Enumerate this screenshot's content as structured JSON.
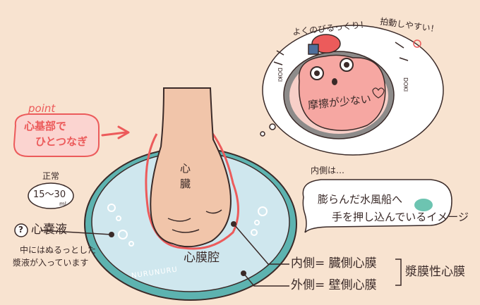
{
  "colors": {
    "background": "#f8e3d0",
    "fluid": "#cfe7ee",
    "sac_rim": "#5db3b0",
    "heart_pink": "#f6a7a2",
    "heart_gray": "#8d8b8a",
    "point_red": "#ec5b5b",
    "skin": "#f1c5aa",
    "balloon": "#6dc4b1",
    "outline": "#3a2a28"
  },
  "icons": {
    "heart_character": "pink-heart-face-icon",
    "hat": "red-hat-icon",
    "arrow": "red-arrow-icon",
    "question_circle": "question-circle-icon"
  },
  "texts": {
    "point_label": "point",
    "point_line1": "心基部で",
    "point_line2": "ひとつなぎ",
    "normal_label": "正常",
    "normal_value": "15～30",
    "normal_unit": "ml",
    "q_mark": "?",
    "fluid_title": "心嚢液",
    "fluid_desc1": "中にはぬるっとした",
    "fluid_desc2": "漿液が入っています",
    "heart_label1": "心",
    "heart_label2": "臓",
    "cavity_label": "心膜腔",
    "nuru": "NURUNURU",
    "inner_layer": "内側= 臓側心膜",
    "outer_layer": "外側= 壁側心膜",
    "serous": "漿膜性心膜",
    "inner_note": "内側は…",
    "balloon_line1": "膨らんだ水風船へ",
    "balloon_line2": "手を押し込んでいるイメージ",
    "thought_top": "よくのびるっくり！",
    "thought_right": "拍動しやすい！",
    "doki_left": "DOKI",
    "doki_right": "DOKI",
    "friction": "摩擦が少ない"
  }
}
